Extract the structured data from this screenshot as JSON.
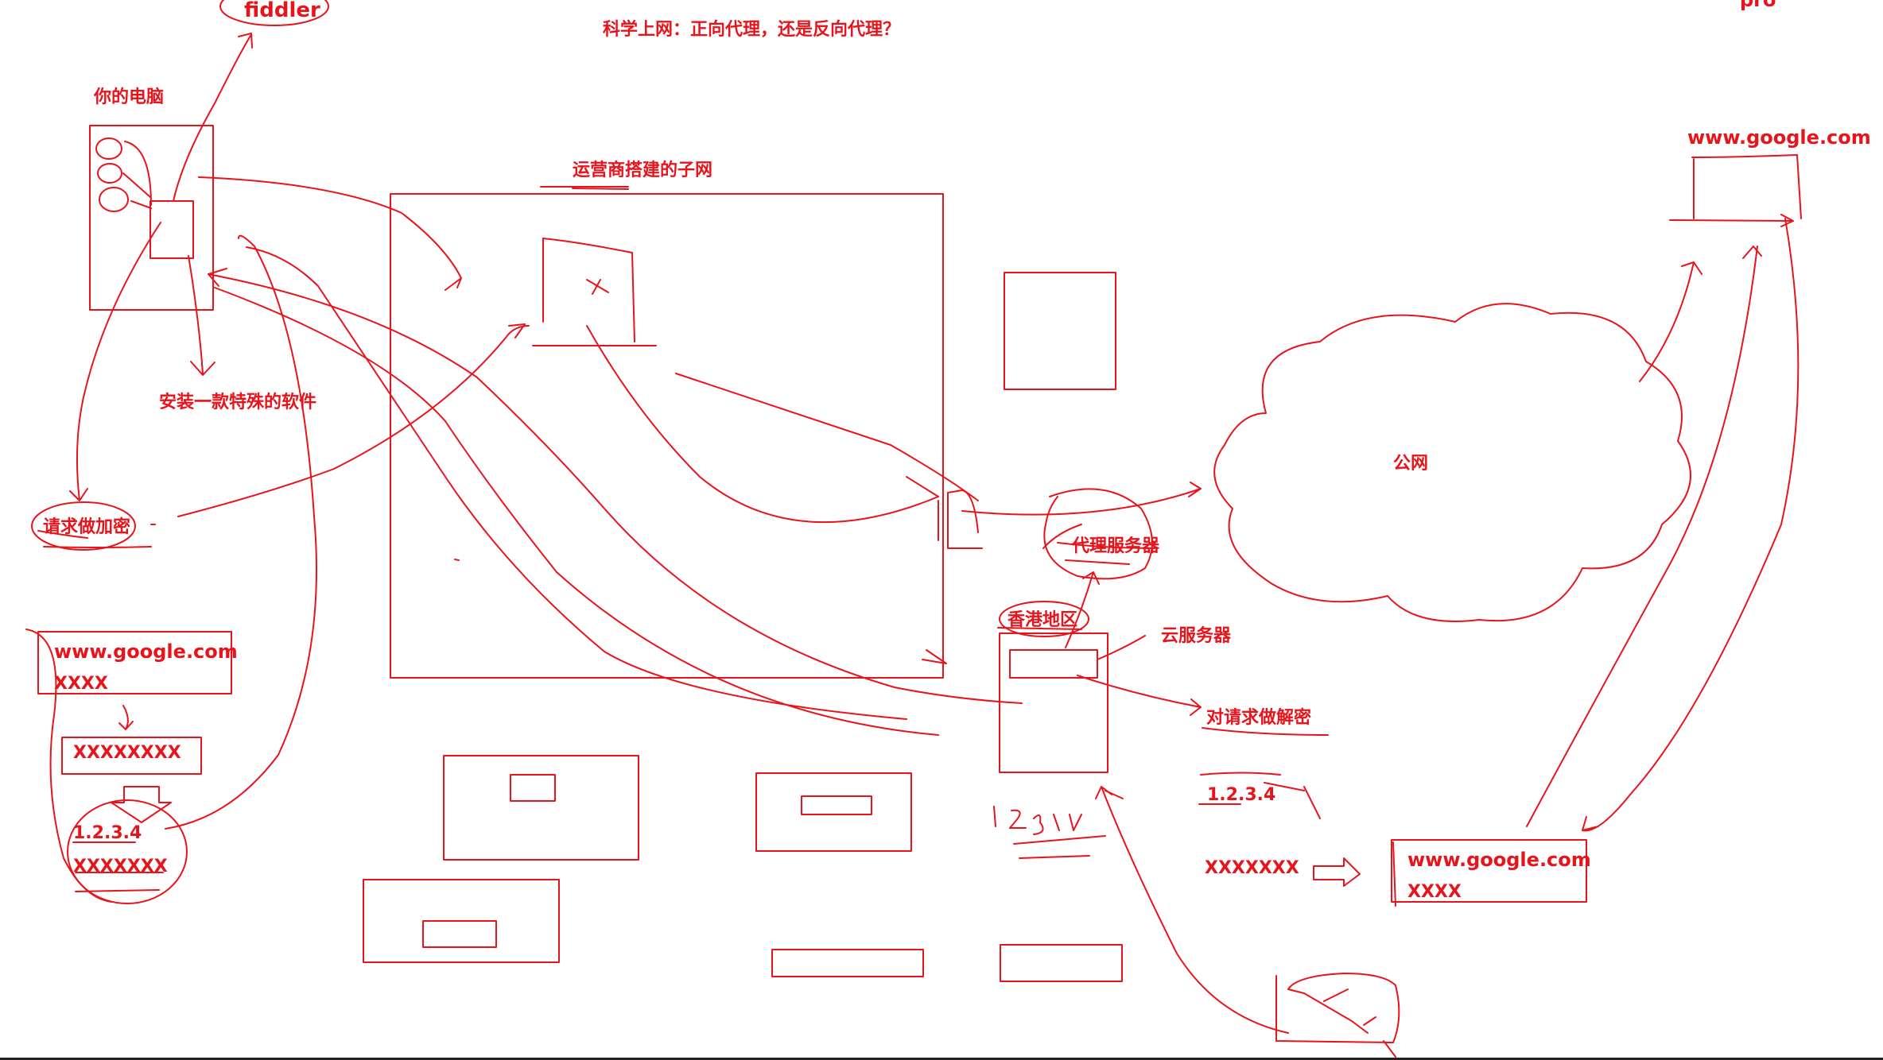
{
  "ink_color": "#e8141c",
  "labels": {
    "fiddler": "fiddler",
    "title": "科学上网：正向代理，还是反向代理？",
    "top_right_partial": "pro",
    "your_computer": "你的电脑",
    "carrier_subnet": "运营商搭建的子网",
    "install_software": "安装一款特殊的软件",
    "encrypt_request": "请求做加密",
    "google_left": "www.google.com",
    "xxxx_left": "XXXX",
    "xxxxxxxx_left": "XXXXXXXX",
    "ip_left": "1.2.3.4",
    "xxxxxxx_left": "XXXXXXX",
    "public_network": "公网",
    "proxy_server": "代理服务器",
    "hong_kong": "香港地区",
    "cloud_server": "云服务器",
    "decrypt_request": "对请求做解密",
    "ip_right": "1.2.3.4",
    "xxxxxxx_right": "XXXXXXX",
    "google_right_box": "www.google.com",
    "xxxx_right": "XXXX",
    "google_top_right": "www.google.com"
  }
}
